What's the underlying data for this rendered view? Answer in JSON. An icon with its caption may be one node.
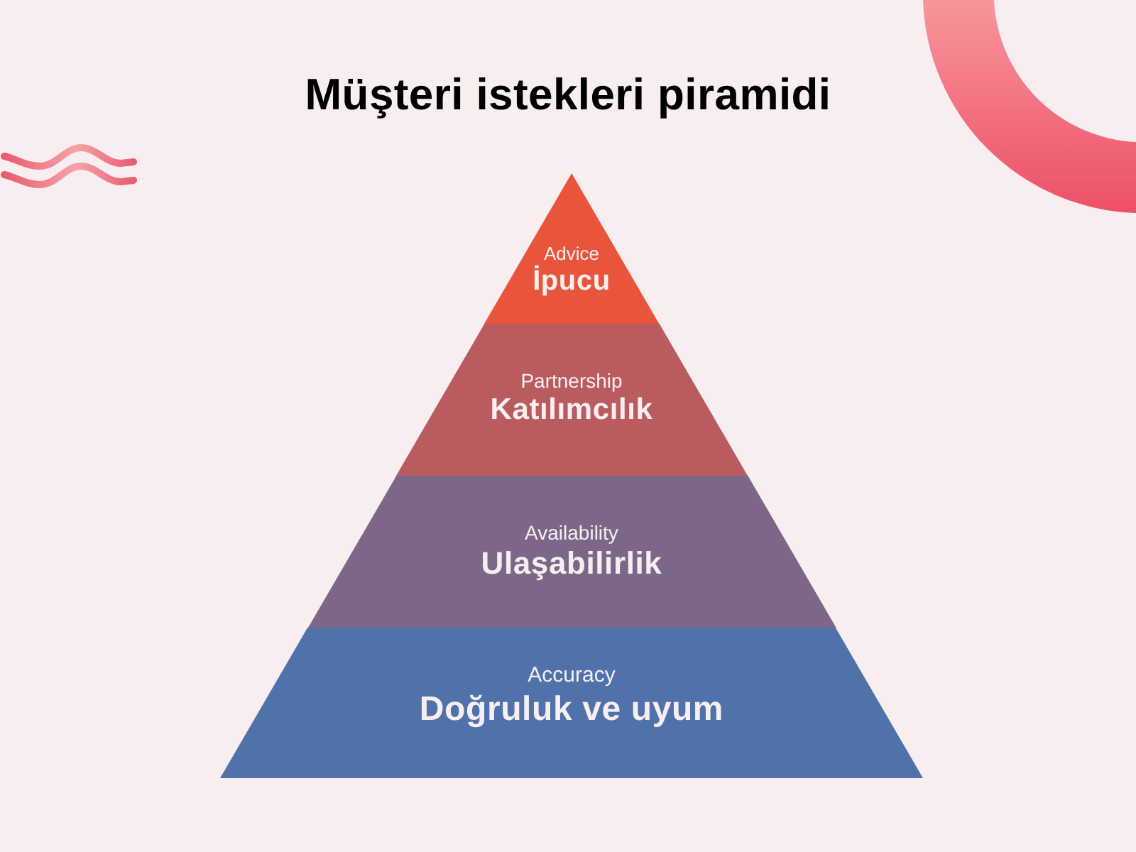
{
  "diagram": {
    "title": "Müşteri istekleri piramidi",
    "nodes": [
      {
        "text": [
          "Advice",
          "İpucu"
        ]
      },
      {
        "text": [
          "Partnership",
          "Katılımcılık"
        ]
      },
      {
        "text": [
          "Availability",
          "Ulaşabilirlik"
        ]
      },
      {
        "text": [
          "Accuracy",
          "Doğruluk ve uyum"
        ]
      }
    ]
  }
}
